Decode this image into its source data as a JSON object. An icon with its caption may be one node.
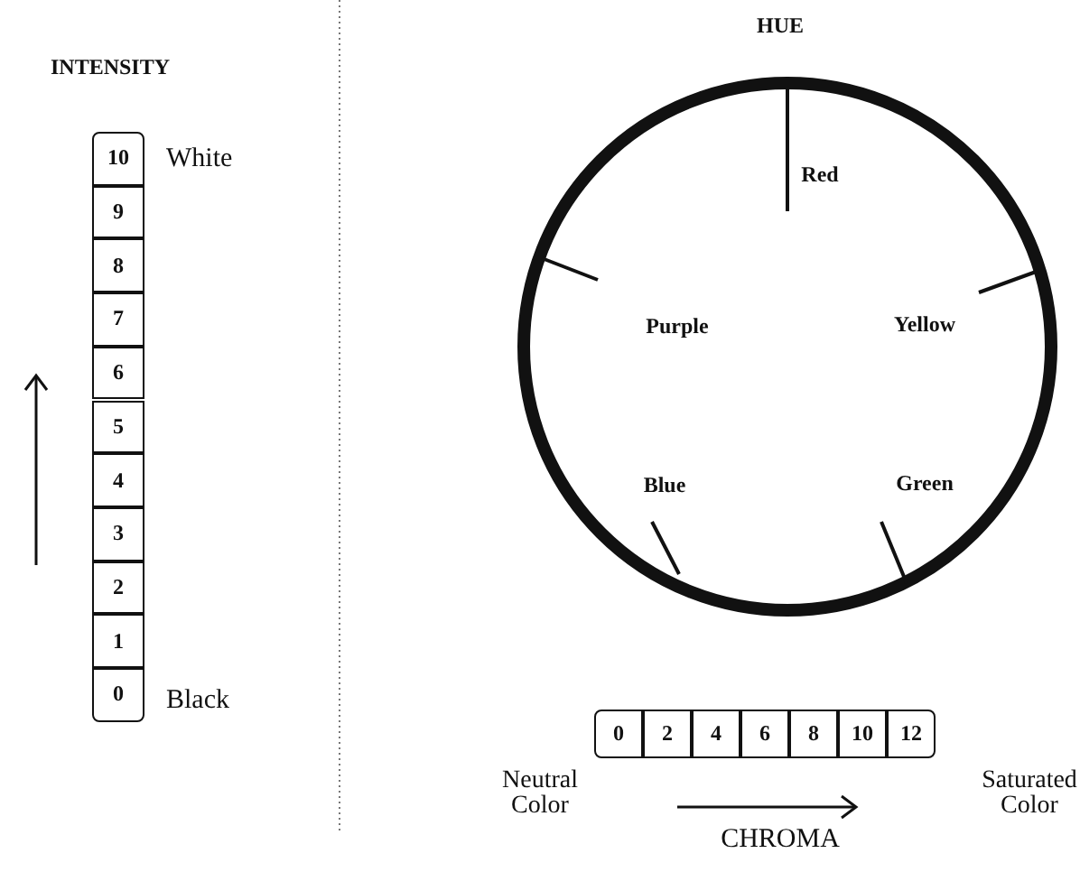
{
  "diagram": {
    "nodes": [
      {
        "text": [
          "10"
        ]
      },
      {
        "text": [
          "9"
        ]
      },
      {
        "text": [
          "8"
        ]
      },
      {
        "text": [
          "7"
        ]
      },
      {
        "text": [
          "6"
        ]
      },
      {
        "text": [
          "5"
        ]
      },
      {
        "text": [
          "4"
        ]
      },
      {
        "text": [
          "3"
        ]
      },
      {
        "text": [
          "2"
        ]
      },
      {
        "text": [
          "1"
        ]
      },
      {
        "text": [
          "0"
        ]
      },
      {
        "text": [
          "Red",
          "Purple",
          "Yellow",
          "Blue",
          "Green"
        ]
      },
      {
        "text": [
          "0"
        ]
      },
      {
        "text": [
          "2"
        ]
      },
      {
        "text": [
          "4"
        ]
      },
      {
        "text": [
          "6"
        ]
      },
      {
        "text": [
          "8"
        ]
      },
      {
        "text": [
          "10"
        ]
      },
      {
        "text": [
          "12"
        ]
      }
    ],
    "labels": [
      "INTENSITY",
      "HUE",
      "White",
      "Black",
      "Neutral Color",
      "Saturated Color",
      "CHROMA"
    ]
  }
}
